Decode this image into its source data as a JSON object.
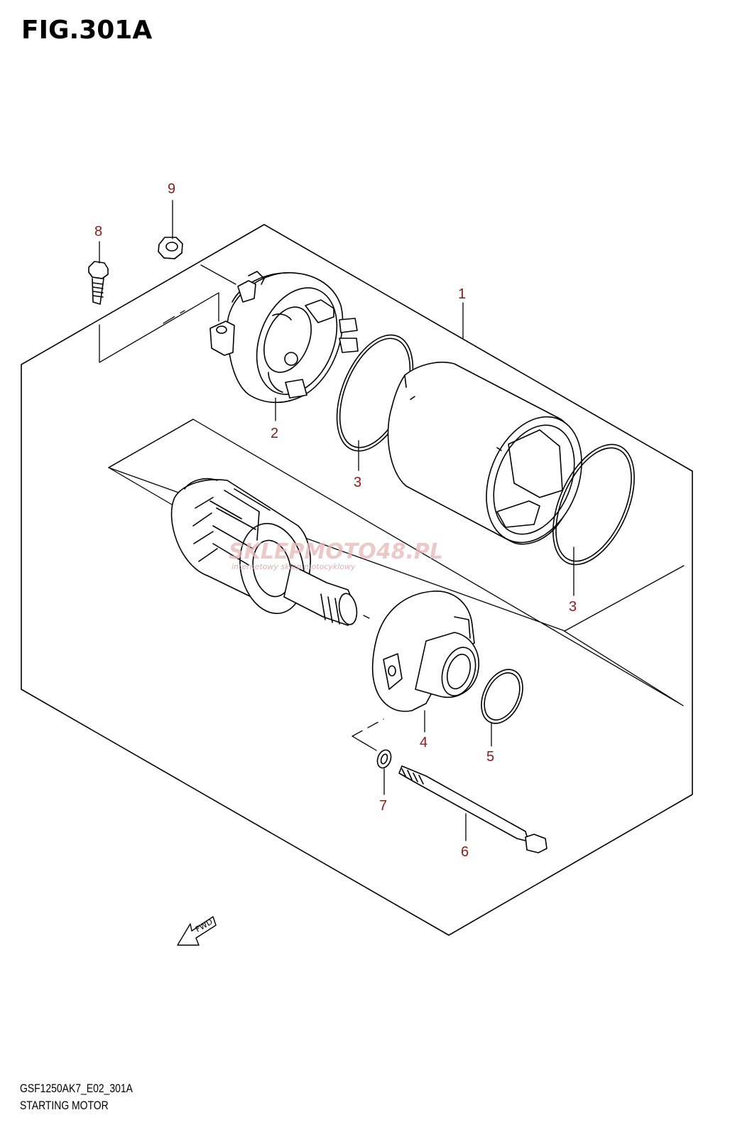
{
  "figure": {
    "title": "FIG.301A",
    "code": "GSF1250AK7_E02_301A",
    "name": "STARTING MOTOR"
  },
  "callouts": [
    {
      "id": "c1",
      "label": "1"
    },
    {
      "id": "c2",
      "label": "2"
    },
    {
      "id": "c3a",
      "label": "3"
    },
    {
      "id": "c3b",
      "label": "3"
    },
    {
      "id": "c4",
      "label": "4"
    },
    {
      "id": "c5",
      "label": "5"
    },
    {
      "id": "c6",
      "label": "6"
    },
    {
      "id": "c7",
      "label": "7"
    },
    {
      "id": "c8",
      "label": "8"
    },
    {
      "id": "c9",
      "label": "9"
    }
  ],
  "watermark": {
    "main": "SKLEPMOTO48.PL",
    "sub": "internetowy sklep motocyklowy"
  },
  "direction_marker": "FWD",
  "colors": {
    "callout": "#8b1a1a",
    "line": "#000000"
  }
}
